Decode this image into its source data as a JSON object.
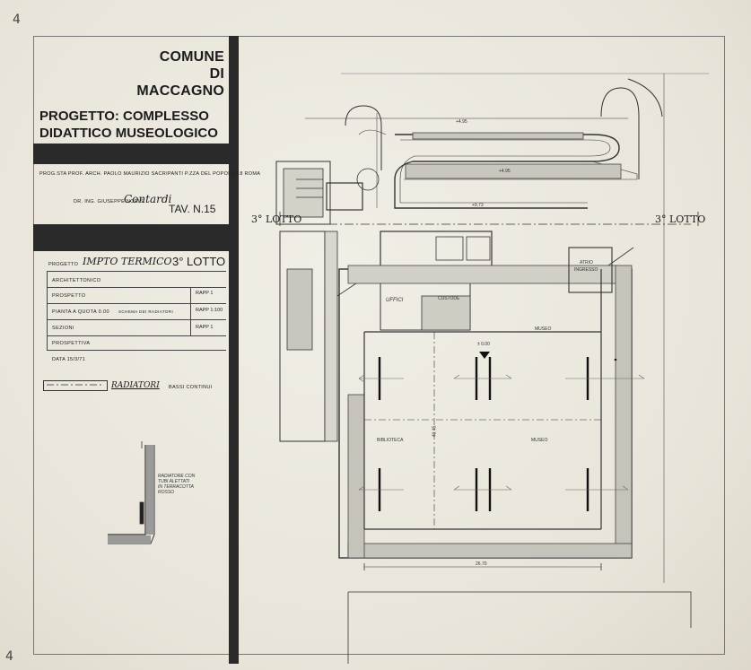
{
  "sheet_number": "4",
  "sheet_number_bottom": "4",
  "cartouche": {
    "comune_line1": "COMUNE",
    "comune_line2": "DI MACCAGNO",
    "progetto_line1": "PROGETTO: COMPLESSO",
    "progetto_line2": "DIDATTICO MUSEOLOGICO",
    "progettista": "PROG.STA  PROF. ARCH. PAOLO MAURIZIO SACRIPANTI  P.ZZA DEL POPOLO 18  ROMA",
    "engineer": "DR. ING. GIUSEPPE NORIS",
    "signature": "Contardi",
    "tav": "TAV. N.15",
    "progetto_label": "PROGETTO",
    "impianto": "IMPTO TERMICO",
    "lotto": "3° LOTTO",
    "rows": [
      {
        "label": "ARCHITETTONICO",
        "rapp": ""
      },
      {
        "label": "PROSPETTO",
        "rapp": "RAPP 1"
      },
      {
        "label": "PIANTA  A  QUOTA 0.00",
        "note": "SCHEMA DEI RADIATORI",
        "rapp": "RAPP 1:100"
      },
      {
        "label": "SEZIONI",
        "rapp": "RAPP 1"
      },
      {
        "label": "PROSPETTIVA",
        "rapp": ""
      }
    ],
    "data": "DATA  15/3/71",
    "legend_text": "RADIATORI",
    "legend_note": "BASSI CONTINUI",
    "detail_note_1": "RADIATORE CON",
    "detail_note_2": "TUBI ALETTATI",
    "detail_note_3": "IN TERRACOTTA",
    "detail_note_4": "ROSSO"
  },
  "plan": {
    "lotto_left": "3° LOTTO",
    "lotto_right": "3° LOTTO",
    "uffici": "UFFICI",
    "custode": "CUSTODE",
    "atrio": "ATRIO",
    "ingresso": "INGRESSO",
    "museo_top": "MUSEO",
    "museo": "MUSEO",
    "biblioteca": "BIBLIOTECA",
    "quota": "± 0.00",
    "dim_bottom": "26.70",
    "dim_mid": "40.45",
    "dim_ramp": "+4.95",
    "dim_ramp2": "+4.95",
    "dim_mid2": "+9.73"
  }
}
